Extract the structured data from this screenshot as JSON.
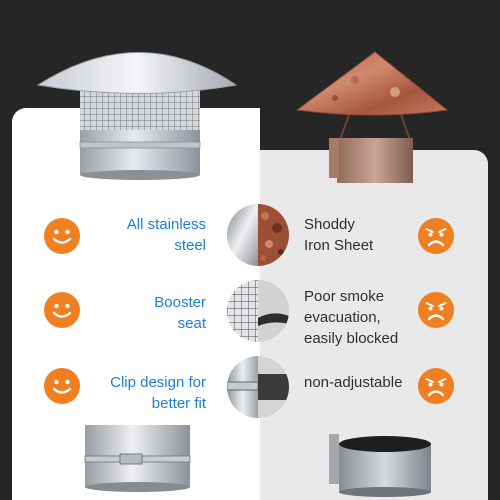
{
  "comparison": {
    "rows": [
      {
        "good": [
          "All stainless",
          "steel"
        ],
        "bad": [
          "Shoddy",
          "Iron Sheet"
        ]
      },
      {
        "good": [
          "Booster",
          "seat"
        ],
        "bad": [
          "Poor smoke",
          "evacuation,",
          "easily blocked"
        ]
      },
      {
        "good": [
          "Clip design for",
          "better fit"
        ],
        "bad": [
          "non-adjustable"
        ]
      }
    ]
  },
  "icons": {
    "good": "smiley-face-icon",
    "bad": "angry-face-icon"
  },
  "colors": {
    "background": "#262626",
    "good_panel": "#ffffff",
    "bad_panel": "#e9e9e9",
    "good_text": "#1c7fd8",
    "bad_text": "#2f2f2f",
    "emoji": "#f07f22"
  }
}
